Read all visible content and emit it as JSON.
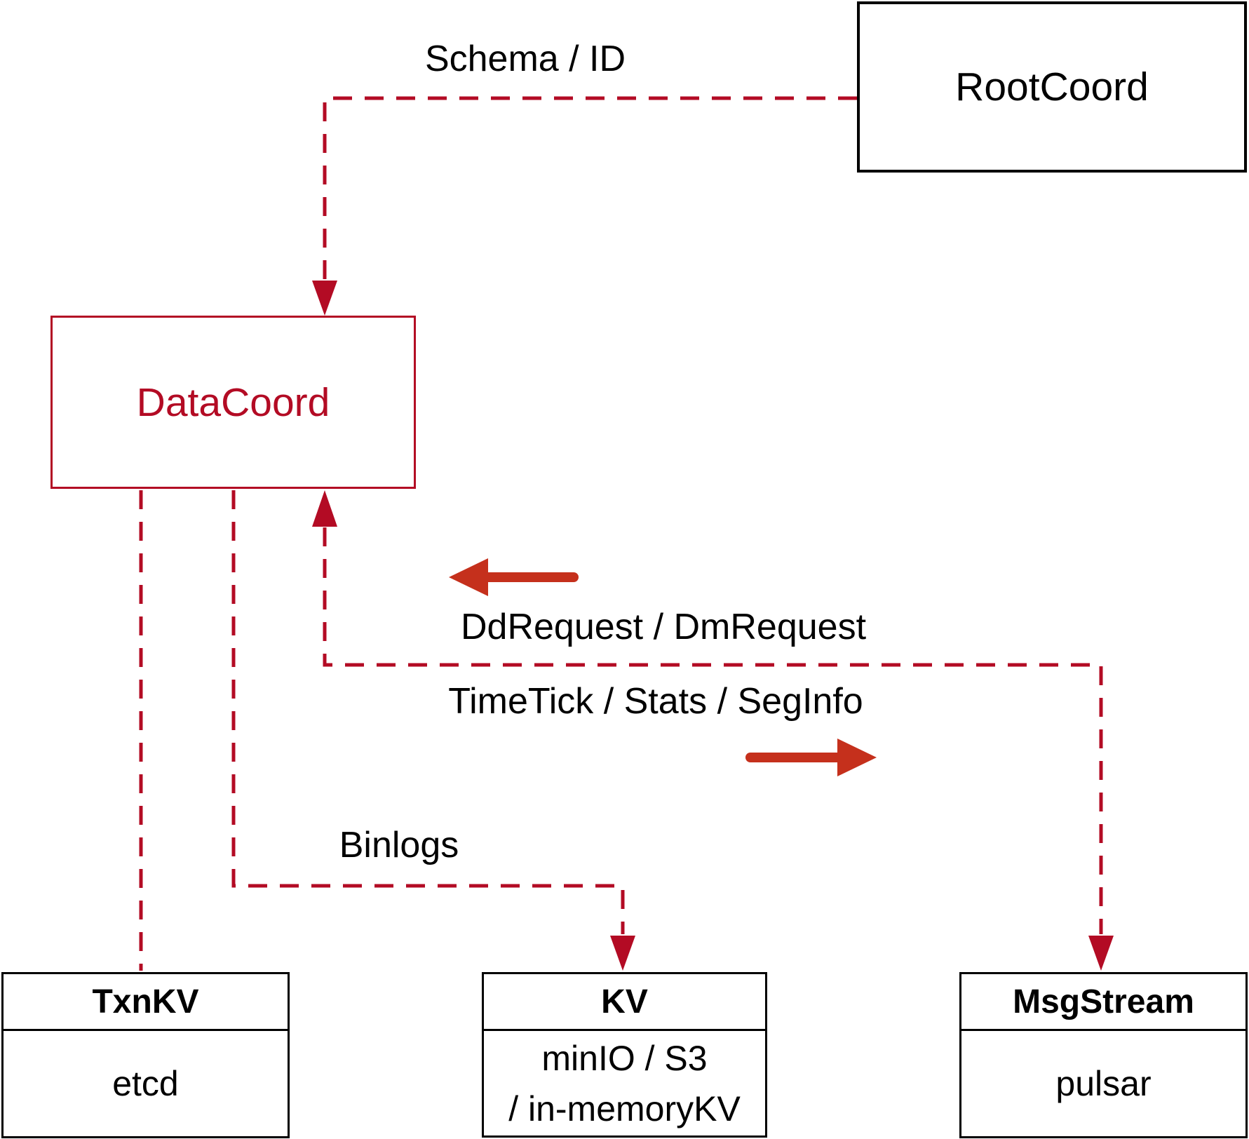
{
  "colors": {
    "crimson": "#b30b24",
    "arrow_red": "#c5301c",
    "ink": "#000000",
    "bg": "#ffffff"
  },
  "nodes": {
    "rootcoord": {
      "label": "RootCoord"
    },
    "datacoord": {
      "label": "DataCoord"
    },
    "txnkv": {
      "title": "TxnKV",
      "body": "etcd"
    },
    "kv": {
      "title": "KV",
      "body_line1": "minIO / S3",
      "body_line2": "/ in-memoryKV"
    },
    "msgstream": {
      "title": "MsgStream",
      "body": "pulsar"
    }
  },
  "edge_labels": {
    "schema": "Schema / ID",
    "ddrequest": "DdRequest / DmRequest",
    "timetick": "TimeTick / Stats / SegInfo",
    "binlogs": "Binlogs"
  }
}
